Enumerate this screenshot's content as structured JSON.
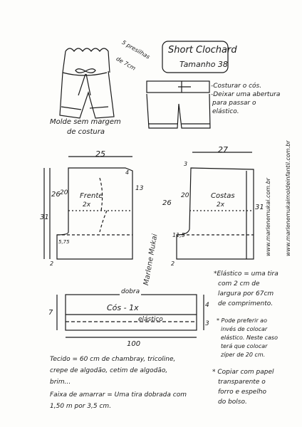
{
  "title_box": {
    "title": "Short Clochard",
    "size": "Tamanho 38"
  },
  "sketch": {
    "caption_line1": "Molde sem margem",
    "caption_line2": "de costura",
    "presilhas_line1": "5 presilhas",
    "presilhas_line2": "de 7cm"
  },
  "notes_top": {
    "line1": "-Costurar o cós.",
    "line2": "-Deixar uma abertura",
    "line3": "para passar o",
    "line4": "elástico."
  },
  "front": {
    "label": "Frente",
    "count": "2x",
    "width": "25",
    "left_height": "26",
    "outer_height": "31",
    "inner_height": "20",
    "right_mark": "13",
    "top_mark": "4",
    "crotch": "5,75",
    "bottom": "2"
  },
  "back": {
    "label": "Costas",
    "count": "2x",
    "width": "27",
    "left_height": "26",
    "outer_height": "31",
    "inner_height": "20",
    "rise_mark": "3",
    "crotch": "11,5",
    "bottom": "2"
  },
  "waistband": {
    "fold": "dobra",
    "label": "Cós - 1x",
    "elastic": "elástico",
    "height": "7",
    "mark_a": "4",
    "mark_b": "3",
    "length": "100"
  },
  "side_notes": {
    "elastic_line1": "*Elástico = uma tira",
    "elastic_line2": "com 2 cm de",
    "elastic_line3": "largura por 67cm",
    "elastic_line4": "de comprimento.",
    "zipper_line1": "* Pode preferir ao",
    "zipper_line2": "invés de colocar",
    "zipper_line3": "elástico. Neste caso",
    "zipper_line4": "terá que colocar",
    "zipper_line5": "zíper de 20 cm.",
    "copy_line1": "* Copiar com papel",
    "copy_line2": "transparente o",
    "copy_line3": "forro e espelho",
    "copy_line4": "do bolso."
  },
  "fabric_notes": {
    "line1": "Tecido = 60 cm de chambray, tricoline,",
    "line2": "crepe de algodão, cetim de algodão,",
    "line3": "brim...",
    "line4": "Faixa de amarrar = Uma tira dobrada com",
    "line5": "1,50 m  por 3,5 cm."
  },
  "site_a": "www.marlenemukai.com.br",
  "site_b": "www.marlenemukaimoldeinfantil.com.br",
  "signature": "Marlene Mukai"
}
